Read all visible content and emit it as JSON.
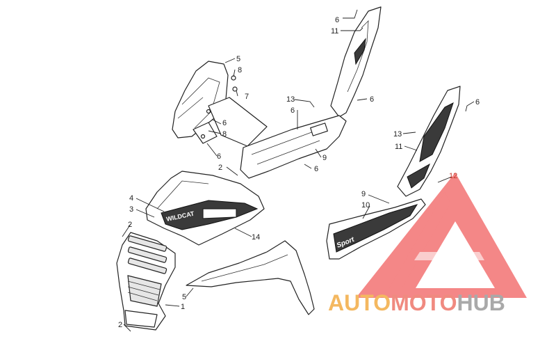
{
  "diagram": {
    "callouts": [
      {
        "id": "c6-top",
        "label": "6"
      },
      {
        "id": "c11-top",
        "label": "11"
      },
      {
        "id": "c5-top",
        "label": "5"
      },
      {
        "id": "c8-top",
        "label": "8"
      },
      {
        "id": "c7",
        "label": "7"
      },
      {
        "id": "c13-mid",
        "label": "13"
      },
      {
        "id": "c6-mid",
        "label": "6"
      },
      {
        "id": "c6-right",
        "label": "6"
      },
      {
        "id": "c6-hood-a",
        "label": "6"
      },
      {
        "id": "c8-low",
        "label": "8"
      },
      {
        "id": "c6-hood-b",
        "label": "6"
      },
      {
        "id": "c2-top",
        "label": "2"
      },
      {
        "id": "c9-top",
        "label": "9"
      },
      {
        "id": "c6-low",
        "label": "6"
      },
      {
        "id": "c6-far",
        "label": "6"
      },
      {
        "id": "c13-right",
        "label": "13"
      },
      {
        "id": "c11-right",
        "label": "11"
      },
      {
        "id": "c12",
        "label": "12"
      },
      {
        "id": "c9-right",
        "label": "9"
      },
      {
        "id": "c10",
        "label": "10"
      },
      {
        "id": "c4",
        "label": "4"
      },
      {
        "id": "c3",
        "label": "3"
      },
      {
        "id": "c14",
        "label": "14"
      },
      {
        "id": "c2-mid",
        "label": "2"
      },
      {
        "id": "c5-low",
        "label": "5"
      },
      {
        "id": "c1",
        "label": "1"
      },
      {
        "id": "c2-bottom",
        "label": "2"
      }
    ],
    "decals": {
      "hood": "WILDCAT",
      "panel": "Sport"
    }
  },
  "watermark": {
    "part1": "AUTO",
    "part2": "MOTO",
    "part3": "HUB",
    "color1": "#f4b860",
    "color2": "#f08a80",
    "color3": "#a9a9a9",
    "logo_color": "#f26d6d"
  }
}
